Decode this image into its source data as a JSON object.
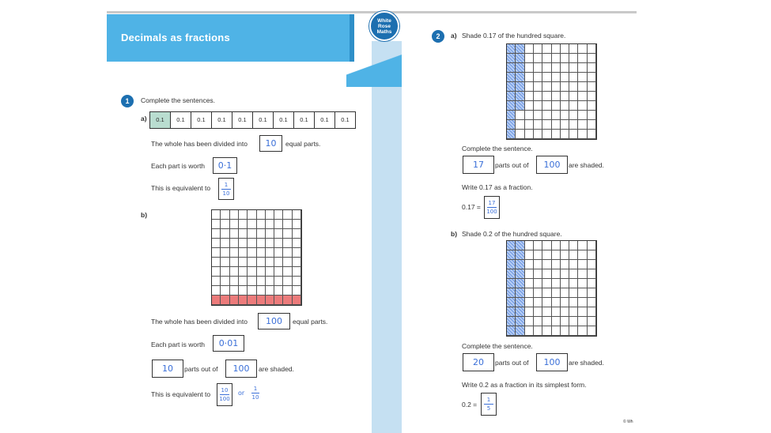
{
  "header": {
    "title": "Decimals as fractions",
    "logo_lines": [
      "White",
      "Rose",
      "Maths"
    ]
  },
  "q1": {
    "number": "1",
    "instruction": "Complete the sentences.",
    "a": {
      "label": "a)",
      "strip_cells": [
        "0.1",
        "0.1",
        "0.1",
        "0.1",
        "0.1",
        "0.1",
        "0.1",
        "0.1",
        "0.1",
        "0.1"
      ],
      "shaded_count": 1,
      "s1_before": "The whole has been divided into",
      "s1_answer": "10",
      "s1_after": "equal parts.",
      "s2_before": "Each part is worth",
      "s2_answer": "0·1",
      "s3_before": "This is equivalent to",
      "s3_num": "1",
      "s3_den": "10"
    },
    "b": {
      "label": "b)",
      "grid_rows": 10,
      "grid_cols": 10,
      "red_row": 10,
      "s1_before": "The whole has been divided into",
      "s1_answer": "100",
      "s1_after": "equal parts.",
      "s2_before": "Each part is worth",
      "s2_answer": "0·01",
      "s3_answer": "10",
      "s3_mid": "parts out of",
      "s3_answer2": "100",
      "s3_after": "are shaded.",
      "s4_before": "This is equivalent to",
      "s4_num": "10",
      "s4_den": "100",
      "s4_or": "or",
      "s4_num2": "1",
      "s4_den2": "10"
    }
  },
  "q2": {
    "number": "2",
    "a": {
      "label": "a)",
      "instruction": "Shade 0.17 of the hundred square.",
      "shaded_column_cells": 10,
      "shaded_extra": 7,
      "complete": "Complete the sentence.",
      "ans1": "17",
      "mid": "parts out of",
      "ans2": "100",
      "after": "are shaded.",
      "write": "Write 0.17 as a fraction.",
      "eq": "0.17 =",
      "num": "17",
      "den": "100"
    },
    "b": {
      "label": "b)",
      "instruction": "Shade 0.2 of the hundred square.",
      "complete": "Complete the sentence.",
      "ans1": "20",
      "mid": "parts out of",
      "ans2": "100",
      "after": "are shaded.",
      "write": "Write 0.2 as a fraction in its simplest form.",
      "eq": "0.2 =",
      "num": "1",
      "den": "5"
    }
  },
  "footer": {
    "copyright": "© Wh"
  },
  "colors": {
    "banner": "#4fb3e6",
    "logo": "#1c6fb0",
    "strip": "#c5e0f2",
    "handwriting": "#3a6fd8",
    "red_row": "#ec7b7b",
    "teal_cell": "#b9ddd0"
  }
}
